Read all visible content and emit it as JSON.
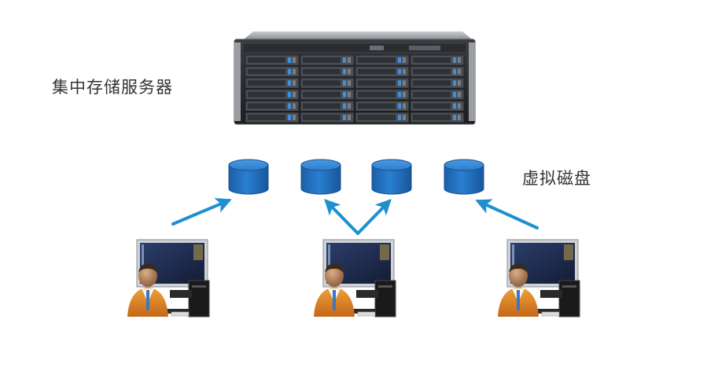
{
  "server": {
    "label": "集中存储服务器",
    "bays_per_row": 4,
    "rows": 6
  },
  "disks": {
    "label": "虚拟磁盘",
    "count": 4,
    "color": "#1f6fbd"
  },
  "clients": {
    "count": 3
  },
  "arrows": {
    "color": "#1e8fd0",
    "connections": [
      {
        "from": "client-1",
        "to": "disk-1"
      },
      {
        "from": "client-2",
        "to": "disk-2"
      },
      {
        "from": "client-2",
        "to": "disk-3"
      },
      {
        "from": "client-3",
        "to": "disk-4"
      }
    ]
  }
}
